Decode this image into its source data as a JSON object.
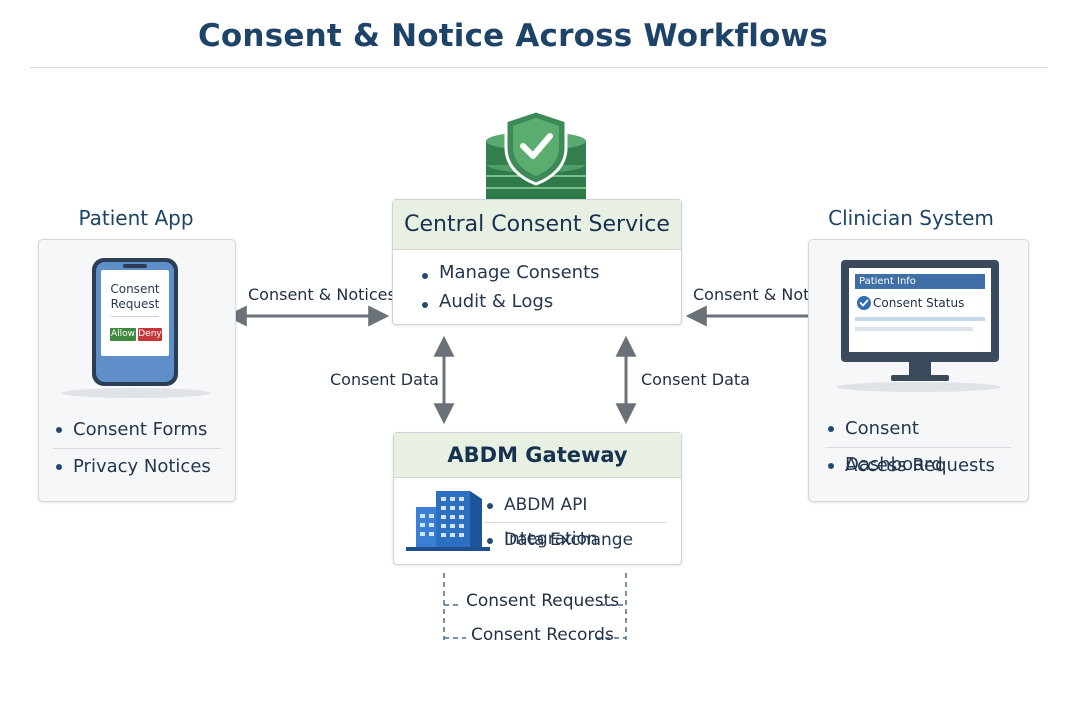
{
  "title": "Consent & Notice Across Workflows",
  "patient": {
    "title": "Patient App",
    "phone": {
      "line1": "Consent",
      "line2": "Request",
      "allow": "Allow",
      "deny": "Deny"
    },
    "items": [
      "Consent Forms",
      "Privacy Notices"
    ]
  },
  "central": {
    "title": "Central Consent Service",
    "items": [
      "Manage Consents",
      "Audit & Logs"
    ]
  },
  "clinician": {
    "title": "Clinician System",
    "monitor": {
      "header": "Patient Info",
      "status": "Consent Status"
    },
    "items": [
      "Consent Dashboard",
      "Access Requests"
    ]
  },
  "gateway": {
    "title": "ABDM Gateway",
    "items": [
      "ABDM API Integration",
      "Data Exchange"
    ]
  },
  "flows": {
    "left_horizontal": "Consent & Notices",
    "right_horizontal": "Consent & Notices",
    "left_vertical": "Consent Data",
    "right_vertical": "Consent Data",
    "dashed_top": "Consent Requests",
    "dashed_bottom": "Consent Records"
  },
  "colors": {
    "title_blue": "#1d4468",
    "header_green": "#e7f0e3",
    "shield_green": "#3d8a56",
    "building_blue": "#2d6fc0",
    "arrow_gray": "#6b7178",
    "allow_green": "#3f8a3e",
    "deny_red": "#c4373a"
  },
  "icons": [
    "shield-check-icon",
    "database-icon",
    "smartphone-icon",
    "monitor-icon",
    "office-building-icon",
    "check-circle-icon"
  ]
}
